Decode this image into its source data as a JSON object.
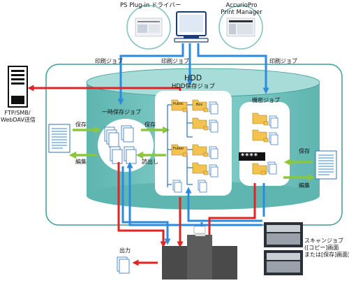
{
  "labels": {
    "ps_plugin": "PS Plug-in ドライバー",
    "accurio_line1": "AccurioPro",
    "accurio_line2": "Print Manager",
    "print_job_1": "印刷ジョブ",
    "print_job_2": "印刷ジョブ",
    "print_job_3": "印刷ジョブ",
    "hdd": "HDD",
    "hdd_save_job": "HDD保存ジョブ",
    "temp_save_job": "一時保存ジョブ",
    "secure_job": "機密ジョブ",
    "ftp_line1": "FTP/SMB/",
    "ftp_line2": "WebDAV送信",
    "save_left": "保存",
    "save_mid": "保存",
    "save_right": "保存",
    "edit_left": "編集",
    "edit_right": "編集",
    "read_out": "読出し",
    "password": "****",
    "scan_line1": "スキャンジョブ",
    "scan_line2": "([コピー]画面",
    "scan_line3": "または[保存]画面)",
    "output": "出力",
    "folder_public": "Public",
    "folder_box": "Box",
    "folder_folder": "Folder"
  },
  "colors": {
    "hdd_fill": "#74c3bf",
    "hdd_edge": "#3a9d97",
    "blue_arrow": "#2c8be0",
    "red_arrow": "#e02424",
    "green_arrow": "#8cc63f",
    "folder": "#f4c24f"
  }
}
